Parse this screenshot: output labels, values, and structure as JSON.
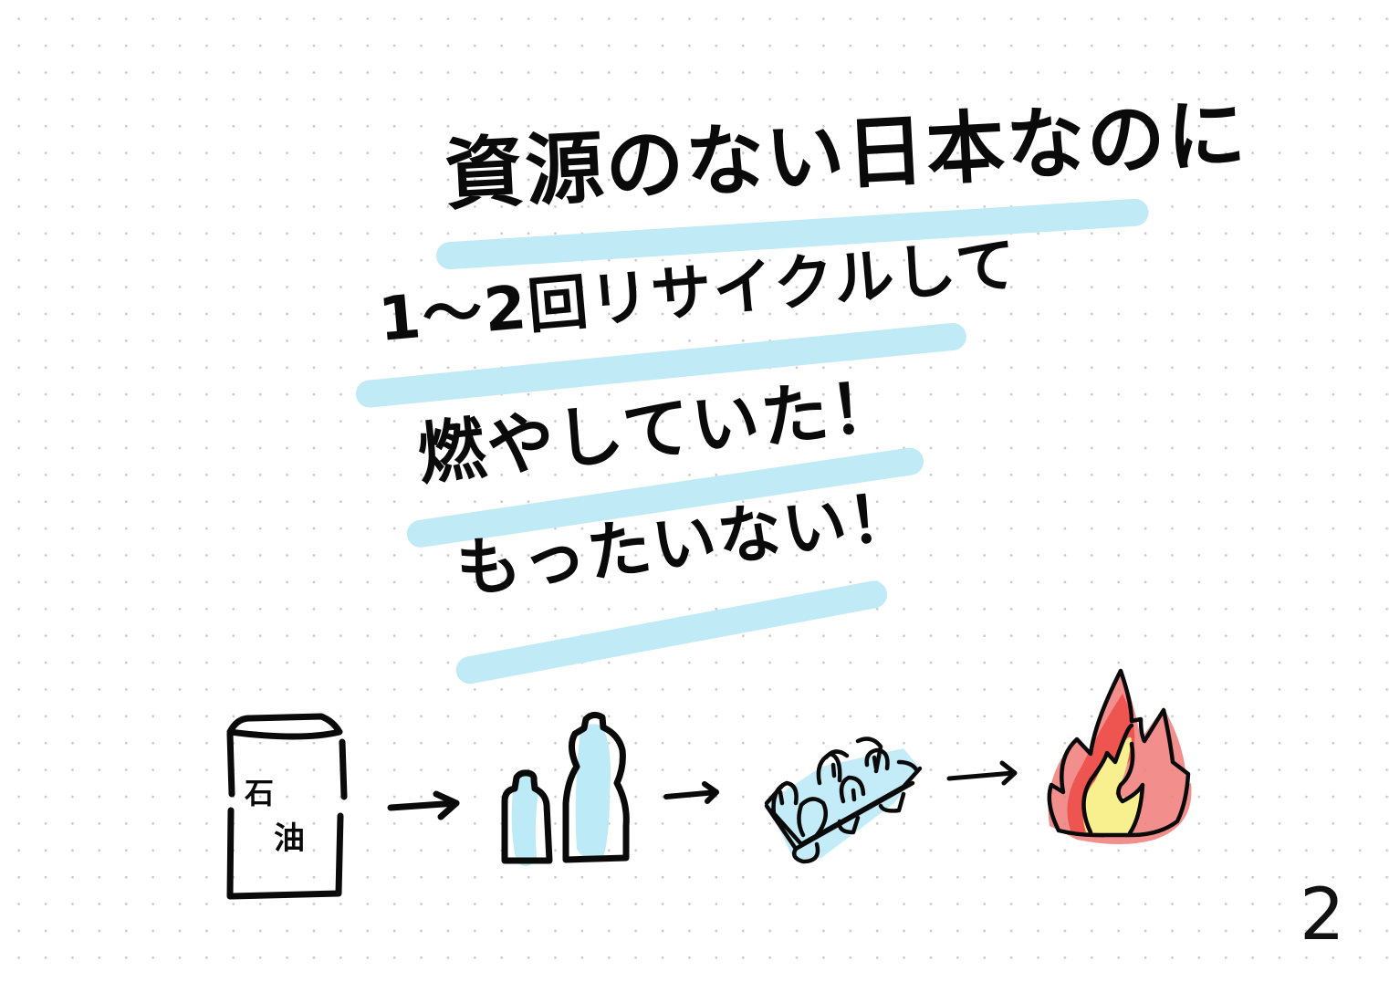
{
  "slide": {
    "lines": [
      "資源のない日本なのに",
      "1〜2回リサイクルして",
      "燃やしていた！",
      "もったいない！"
    ],
    "page_number": "2"
  },
  "illustration": {
    "steps": [
      {
        "name": "oil-can",
        "label_top": "石",
        "label_bottom": "油"
      },
      {
        "name": "plastic-bottles"
      },
      {
        "name": "egg-carton-tray"
      },
      {
        "name": "fire"
      }
    ],
    "arrow": "→"
  },
  "colors": {
    "highlight": "#bfeaf6",
    "ink": "#0a0a0a",
    "plastic": "#bdeaf7",
    "fire_outer": "#f07b78",
    "fire_mid": "#ee4b45",
    "fire_core": "#f8f08e"
  }
}
